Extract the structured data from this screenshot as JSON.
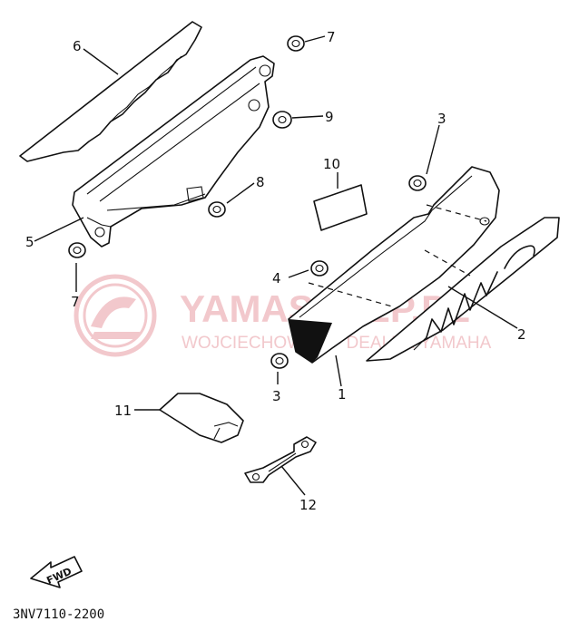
{
  "callouts": [
    {
      "id": "c1",
      "label": "1"
    },
    {
      "id": "c2",
      "label": "2"
    },
    {
      "id": "c3a",
      "label": "3"
    },
    {
      "id": "c3b",
      "label": "3"
    },
    {
      "id": "c4",
      "label": "4"
    },
    {
      "id": "c5",
      "label": "5"
    },
    {
      "id": "c6",
      "label": "6"
    },
    {
      "id": "c7a",
      "label": "7"
    },
    {
      "id": "c7b",
      "label": "7"
    },
    {
      "id": "c8",
      "label": "8"
    },
    {
      "id": "c9",
      "label": "9"
    },
    {
      "id": "c10",
      "label": "10"
    },
    {
      "id": "c11",
      "label": "11"
    },
    {
      "id": "c12",
      "label": "12"
    }
  ],
  "watermark": {
    "brand": "YAMASKLEP.PL",
    "subtitle": "WOJCIECHOWICZ - DEALER YAMAHA",
    "color": "#f2c8cc"
  },
  "fwd_label": "FWD",
  "diagram_code": "3NV7110-2200"
}
